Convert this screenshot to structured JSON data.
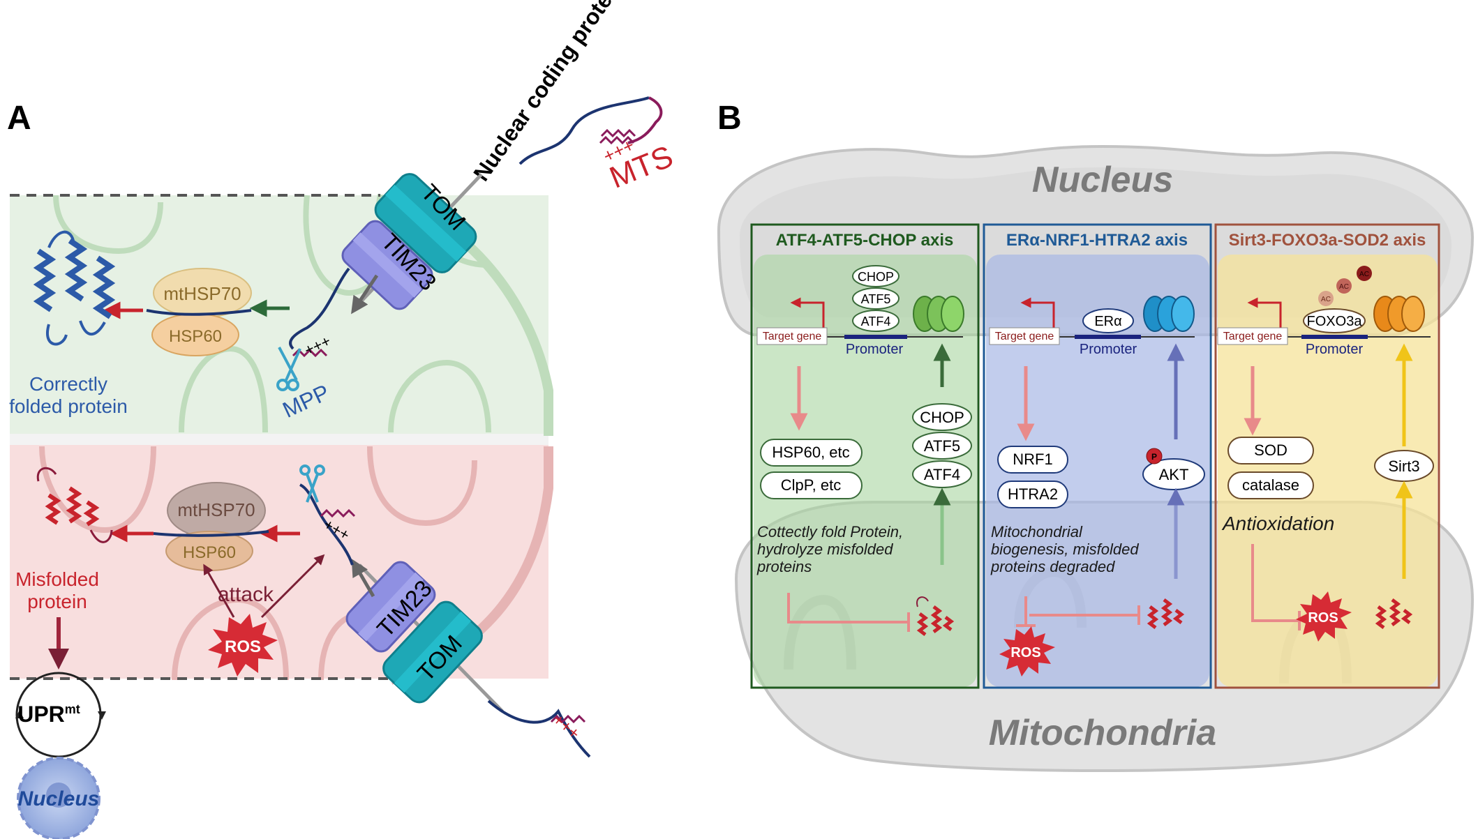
{
  "panel_a": {
    "label": "A",
    "nuclear_coding_protein": "Nuclear coding protein",
    "mts": "MTS",
    "plus_signs": "+++",
    "tom": "TOM",
    "tim23": "TIM23",
    "mthsp70": "mtHSP70",
    "hsp60": "HSP60",
    "mpp": "MPP",
    "correctly_folded_line1": "Correctly",
    "correctly_folded_line2": "folded protein",
    "misfolded_line1": "Misfolded",
    "misfolded_line2": "protein",
    "attack": "attack",
    "ros": "ROS",
    "upr_main": "UPR",
    "upr_sup": "mt",
    "nucleus": "Nucleus"
  },
  "panel_b": {
    "label": "B",
    "nucleus_title": "Nucleus",
    "mito_title": "Mitochondria",
    "target_gene": "Target gene",
    "promoter": "Promoter",
    "ros": "ROS",
    "axis1": {
      "title": "ATF4-ATF5-CHOP axis",
      "tf_top": [
        "CHOP",
        "ATF5",
        "ATF4"
      ],
      "tf_bottom": [
        "CHOP",
        "ATF5",
        "ATF4"
      ],
      "products": [
        "HSP60, etc",
        "ClpP, etc"
      ],
      "desc": [
        "Cottectly fold Protein,",
        "hydrolyze misfolded",
        "proteins"
      ],
      "color": "#2e6b2e"
    },
    "axis2": {
      "title": "ERα-NRF1-HTRA2 axis",
      "tf_top": "ERα",
      "products": [
        "NRF1",
        "HTRA2"
      ],
      "kinase": "AKT",
      "phospho": "P",
      "desc": [
        "Mitochondrial",
        "biogenesis, misfolded",
        "proteins degraded"
      ],
      "color": "#1f5a96"
    },
    "axis3": {
      "title": "Sirt3-FOXO3a-SOD2 axis",
      "tf_top": "FOXO3a",
      "acetyl": "AC",
      "products": [
        "SOD",
        "catalase"
      ],
      "sirt": "Sirt3",
      "desc": "Antioxidation",
      "color": "#a0523d"
    }
  },
  "colors": {
    "green_bg": "#d5ead5",
    "red_bg": "#f5d6d6",
    "blue_bg": "#b8c6e6",
    "yellow_bg": "#f6e7a6",
    "ros_red": "#c8232c",
    "protein_blue": "#2c5aa8",
    "tom_teal": "#1aa7b8",
    "tim_purple": "#8d8ee0"
  }
}
